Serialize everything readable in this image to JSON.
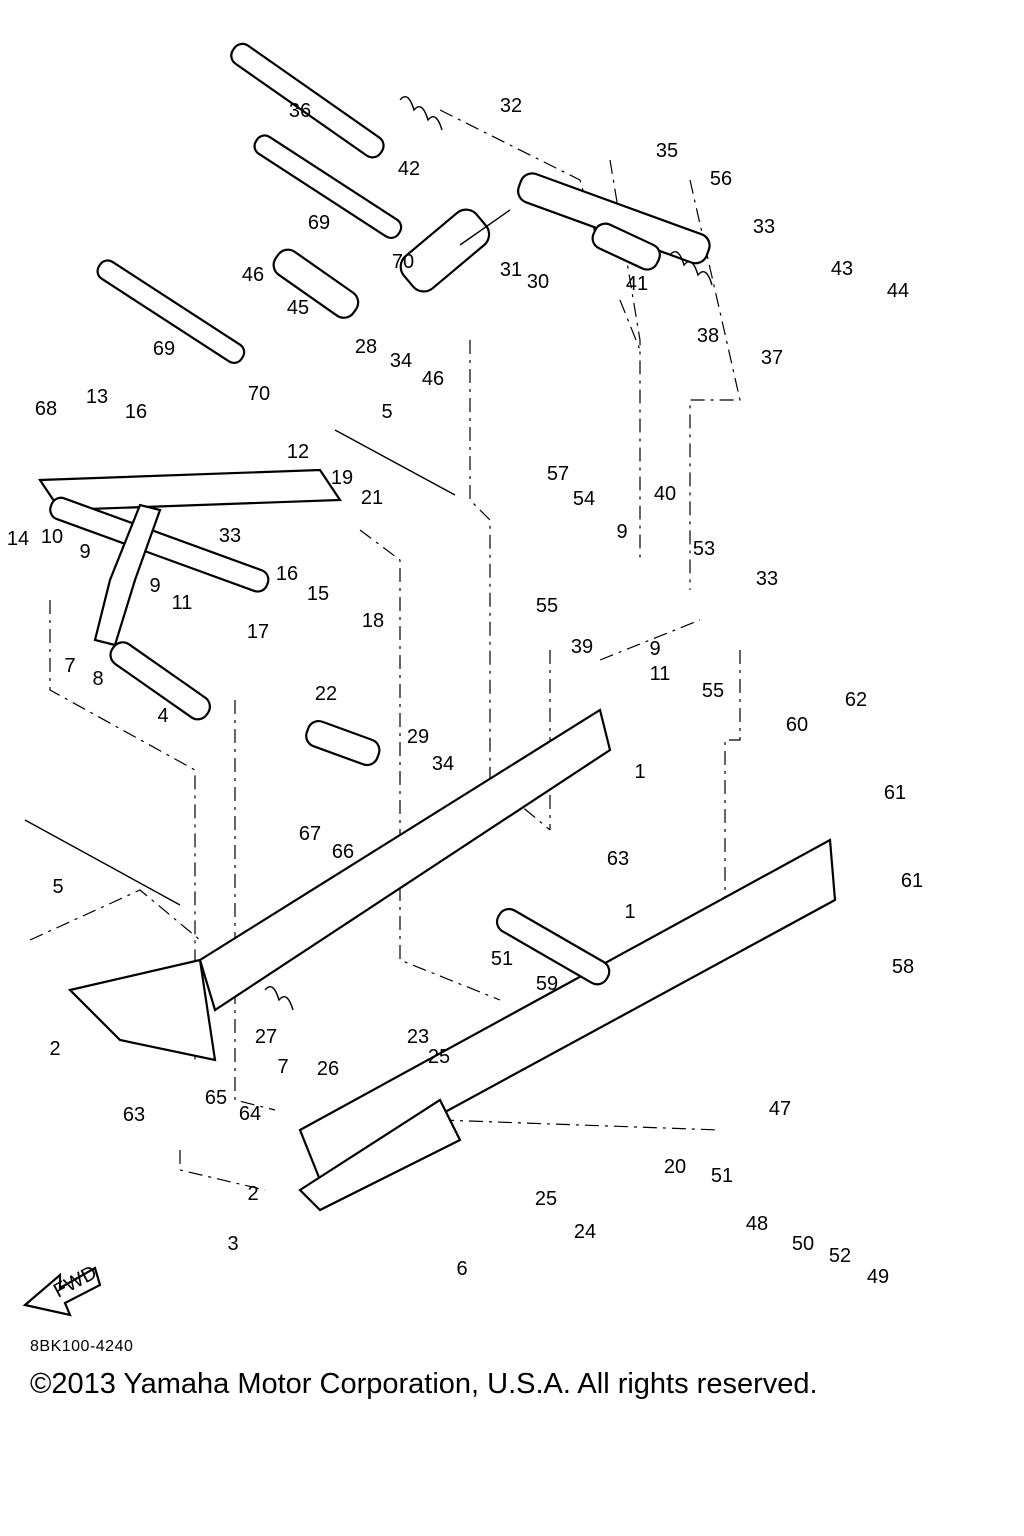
{
  "diagram": {
    "fwd_label": "FWD",
    "callouts": [
      "1",
      "1",
      "2",
      "2",
      "3",
      "4",
      "5",
      "5",
      "6",
      "7",
      "7",
      "8",
      "9",
      "9",
      "9",
      "9",
      "10",
      "11",
      "11",
      "12",
      "13",
      "14",
      "15",
      "16",
      "16",
      "17",
      "18",
      "19",
      "20",
      "21",
      "22",
      "23",
      "24",
      "25",
      "25",
      "26",
      "27",
      "28",
      "29",
      "30",
      "31",
      "32",
      "33",
      "33",
      "33",
      "34",
      "34",
      "35",
      "36",
      "37",
      "38",
      "39",
      "40",
      "41",
      "42",
      "43",
      "44",
      "45",
      "46",
      "46",
      "47",
      "48",
      "49",
      "50",
      "51",
      "51",
      "52",
      "53",
      "54",
      "55",
      "55",
      "56",
      "57",
      "58",
      "59",
      "60",
      "61",
      "61",
      "62",
      "63",
      "63",
      "64",
      "65",
      "66",
      "67",
      "68",
      "69",
      "69",
      "70",
      "70"
    ]
  },
  "footer": {
    "ref_code": "8BK100-4240",
    "copyright": "©2013 Yamaha Motor Corporation, U.S.A. All rights reserved."
  }
}
